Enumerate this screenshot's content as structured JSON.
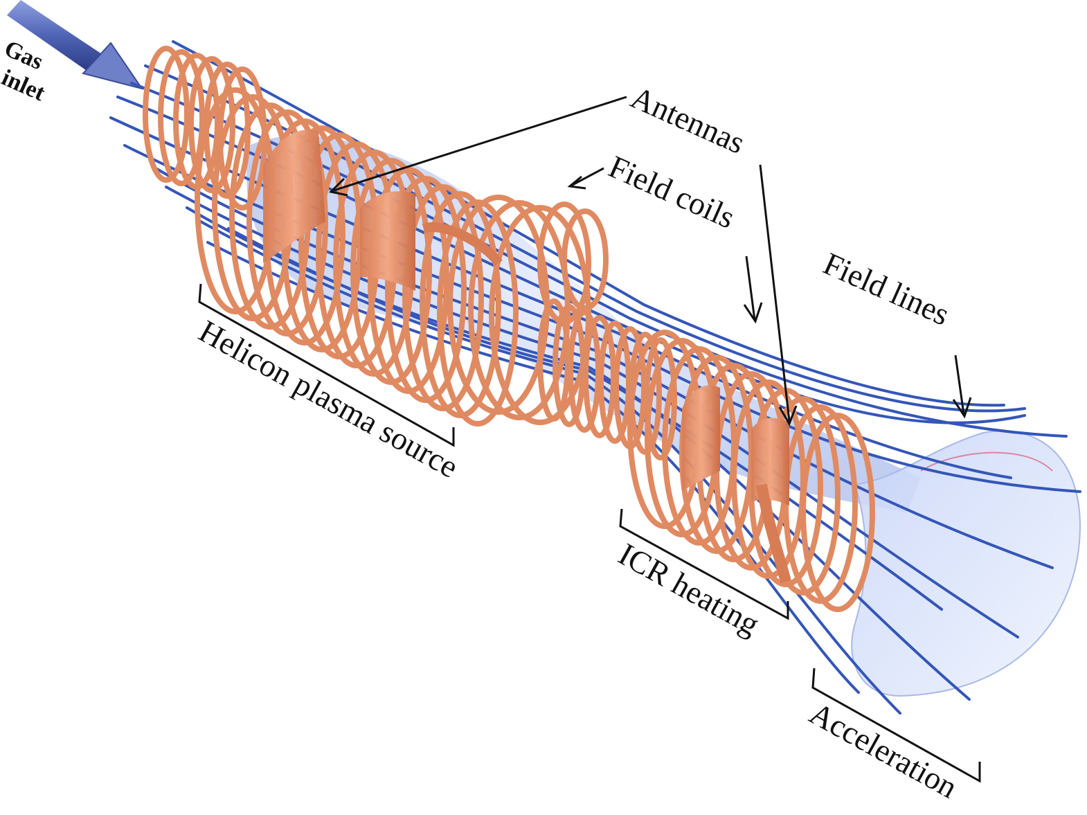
{
  "labels": {
    "gas_inlet_line1": "Gas",
    "gas_inlet_line2": "inlet",
    "antennas": "Antennas",
    "field_coils": "Field coils",
    "field_lines": "Field lines",
    "helicon_source": "Helicon plasma source",
    "icr_heating": "ICR heating",
    "acceleration": "Acceleration"
  },
  "colors": {
    "coil": "#e08a62",
    "coil_dark": "#b55f3c",
    "field_line": "#3456b8",
    "plasma": "#b9c8f0",
    "plasma_edge": "#8ea4e0",
    "arrow": "#5468b8",
    "text": "#111111"
  }
}
